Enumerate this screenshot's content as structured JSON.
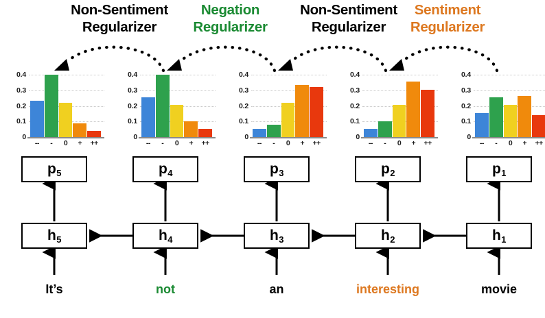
{
  "regularizers": [
    {
      "id": "non-sentiment-1",
      "line1": "Non-Sentiment",
      "line2": "Regularizer",
      "color": "#000000"
    },
    {
      "id": "negation",
      "line1": "Negation",
      "line2": "Regularizer",
      "color": "#1a8a32"
    },
    {
      "id": "non-sentiment-2",
      "line1": "Non-Sentiment",
      "line2": "Regularizer",
      "color": "#000000"
    },
    {
      "id": "sentiment",
      "line1": "Sentiment",
      "line2": "Regularizer",
      "color": "#dd7820"
    }
  ],
  "axis": {
    "yticks": [
      "0.4",
      "0.3",
      "0.2",
      "0.1",
      "0"
    ],
    "ytick_values": [
      0.4,
      0.3,
      0.2,
      0.1,
      0
    ],
    "xticks": [
      "--",
      "-",
      "0",
      "+",
      "++"
    ],
    "ymax": 0.44
  },
  "bar_colors": [
    "#3d85d8",
    "#2ea14d",
    "#f0d020",
    "#f08a0c",
    "#e8380d"
  ],
  "chart_data": {
    "type": "bar",
    "title": "",
    "xlabel": "",
    "ylabel": "",
    "ylim": [
      0,
      0.44
    ],
    "grid": true,
    "legend": "none",
    "categories": [
      "--",
      "-",
      "0",
      "+",
      "++"
    ],
    "series": [
      {
        "name": "p5",
        "values": [
          0.235,
          0.4,
          0.22,
          0.09,
          0.04
        ]
      },
      {
        "name": "p4",
        "values": [
          0.255,
          0.4,
          0.205,
          0.1,
          0.055
        ]
      },
      {
        "name": "p3",
        "values": [
          0.055,
          0.08,
          0.22,
          0.335,
          0.32
        ]
      },
      {
        "name": "p2",
        "values": [
          0.055,
          0.1,
          0.205,
          0.355,
          0.305
        ]
      },
      {
        "name": "p1",
        "values": [
          0.155,
          0.255,
          0.205,
          0.265,
          0.14
        ]
      }
    ]
  },
  "p_nodes": [
    {
      "base": "p",
      "sub": "5"
    },
    {
      "base": "p",
      "sub": "4"
    },
    {
      "base": "p",
      "sub": "3"
    },
    {
      "base": "p",
      "sub": "2"
    },
    {
      "base": "p",
      "sub": "1"
    }
  ],
  "h_nodes": [
    {
      "base": "h",
      "sub": "5"
    },
    {
      "base": "h",
      "sub": "4"
    },
    {
      "base": "h",
      "sub": "3"
    },
    {
      "base": "h",
      "sub": "2"
    },
    {
      "base": "h",
      "sub": "1"
    }
  ],
  "words": [
    {
      "text": "It’s",
      "color": "#000000"
    },
    {
      "text": "not",
      "color": "#1a8a32"
    },
    {
      "text": "an",
      "color": "#000000"
    },
    {
      "text": "interesting",
      "color": "#dd7820"
    },
    {
      "text": "movie",
      "color": "#000000"
    }
  ]
}
